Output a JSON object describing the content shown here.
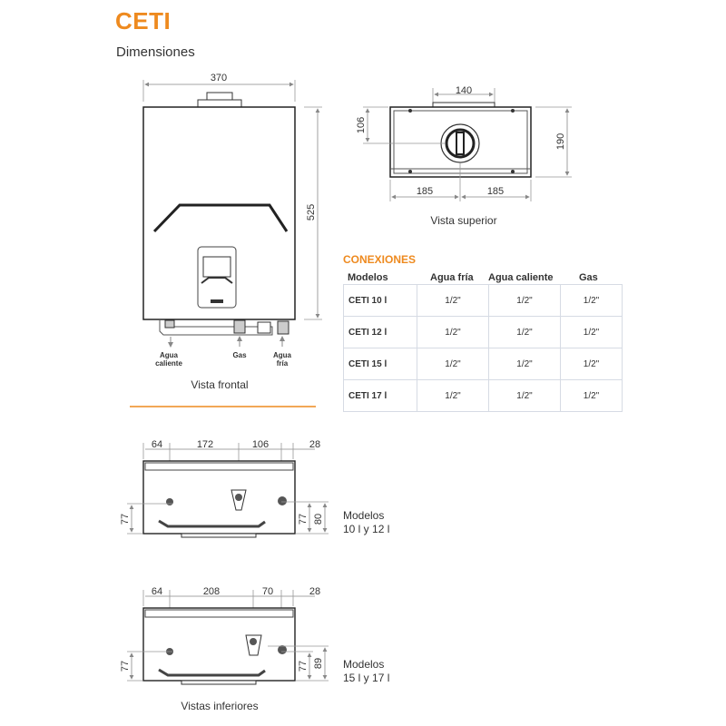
{
  "header": {
    "title": "CETI",
    "subtitle": "Dimensiones"
  },
  "front_view": {
    "caption": "Vista frontal",
    "width": "370",
    "height": "525",
    "labels": {
      "hot_1": "Agua",
      "hot_2": "caliente",
      "gas": "Gas",
      "cold_1": "Agua",
      "cold_2": "fría"
    }
  },
  "top_view": {
    "caption": "Vista superior",
    "flue_width": "140",
    "flue_depth": "106",
    "depth": "190",
    "half_left": "185",
    "half_right": "185"
  },
  "connections": {
    "title": "CONEXIONES",
    "headers": [
      "Modelos",
      "Agua fría",
      "Agua caliente",
      "Gas"
    ],
    "rows": [
      [
        "CETI 10 l",
        "1/2\"",
        "1/2\"",
        "1/2\""
      ],
      [
        "CETI 12 l",
        "1/2\"",
        "1/2\"",
        "1/2\""
      ],
      [
        "CETI 15 l",
        "1/2\"",
        "1/2\"",
        "1/2\""
      ],
      [
        "CETI 17 l",
        "1/2\"",
        "1/2\"",
        "1/2\""
      ]
    ]
  },
  "bottom_views": {
    "caption": "Vistas inferiores",
    "view1": {
      "dims": [
        "64",
        "172",
        "106",
        "28"
      ],
      "left_h": "77",
      "right_h1": "77",
      "right_h2": "80",
      "models_1": "Modelos",
      "models_2": "10 l y 12  l"
    },
    "view2": {
      "dims": [
        "64",
        "208",
        "70",
        "28"
      ],
      "left_h": "77",
      "right_h1": "77",
      "right_h2": "89",
      "models_1": "Modelos",
      "models_2": "15 l y 17 l"
    }
  },
  "colors": {
    "accent": "#ee8a1f",
    "table_border": "#7d8fb0"
  }
}
